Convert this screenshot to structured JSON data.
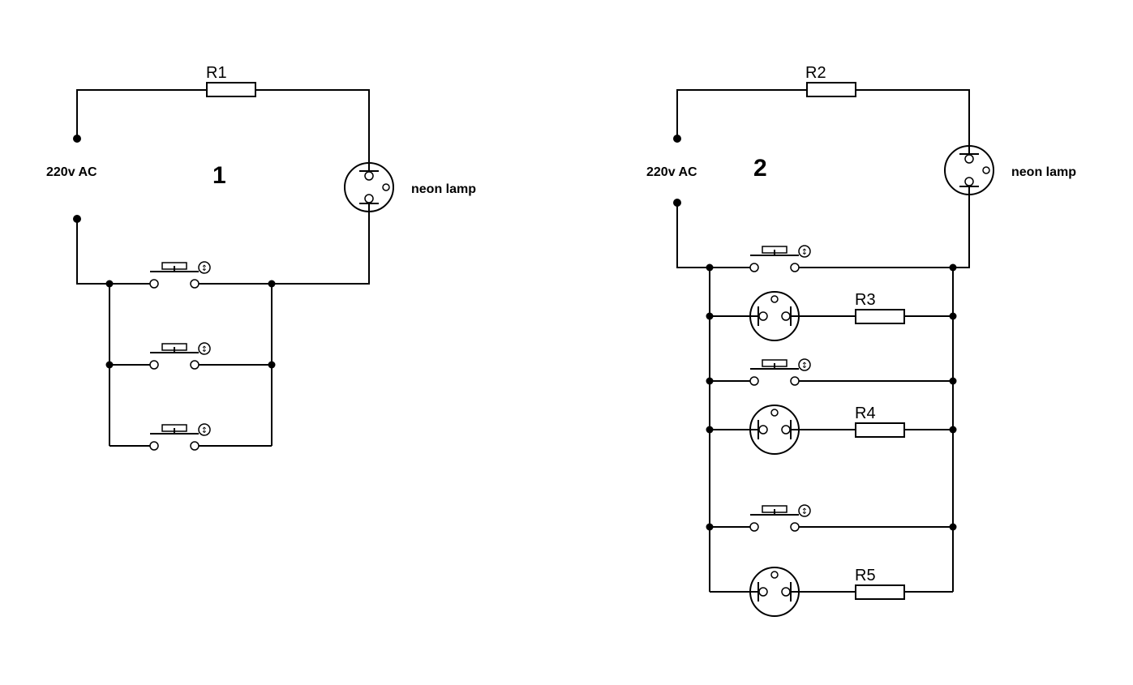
{
  "circuit1": {
    "number": "1",
    "source_label": "220v AC",
    "resistor_label": "R1",
    "lamp_label": "neon lamp"
  },
  "circuit2": {
    "number": "2",
    "source_label": "220v AC",
    "resistor_label": "R2",
    "lamp_label": "neon lamp",
    "branch_resistors": [
      "R3",
      "R4",
      "R5"
    ]
  }
}
